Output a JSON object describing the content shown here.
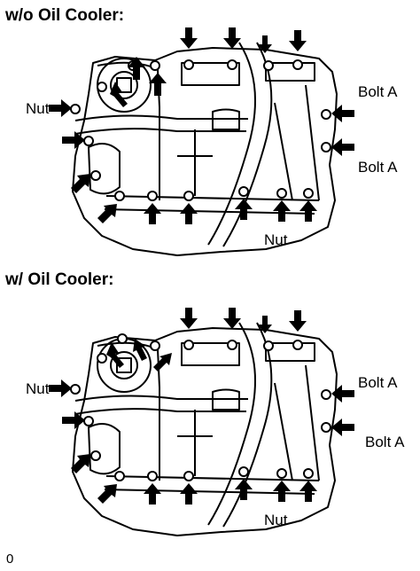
{
  "sections": [
    {
      "title": "w/o Oil Cooler:",
      "labels": {
        "nut_left": "Nut",
        "bolt_a_upper": "Bolt A",
        "bolt_a_lower": "Bolt A",
        "nut_bottom": "Nut"
      }
    },
    {
      "title": "w/ Oil Cooler:",
      "labels": {
        "nut_left": "Nut",
        "bolt_a_upper": "Bolt A",
        "bolt_a_lower": "Bolt A",
        "nut_bottom": "Nut"
      }
    }
  ],
  "figure_id": "0"
}
